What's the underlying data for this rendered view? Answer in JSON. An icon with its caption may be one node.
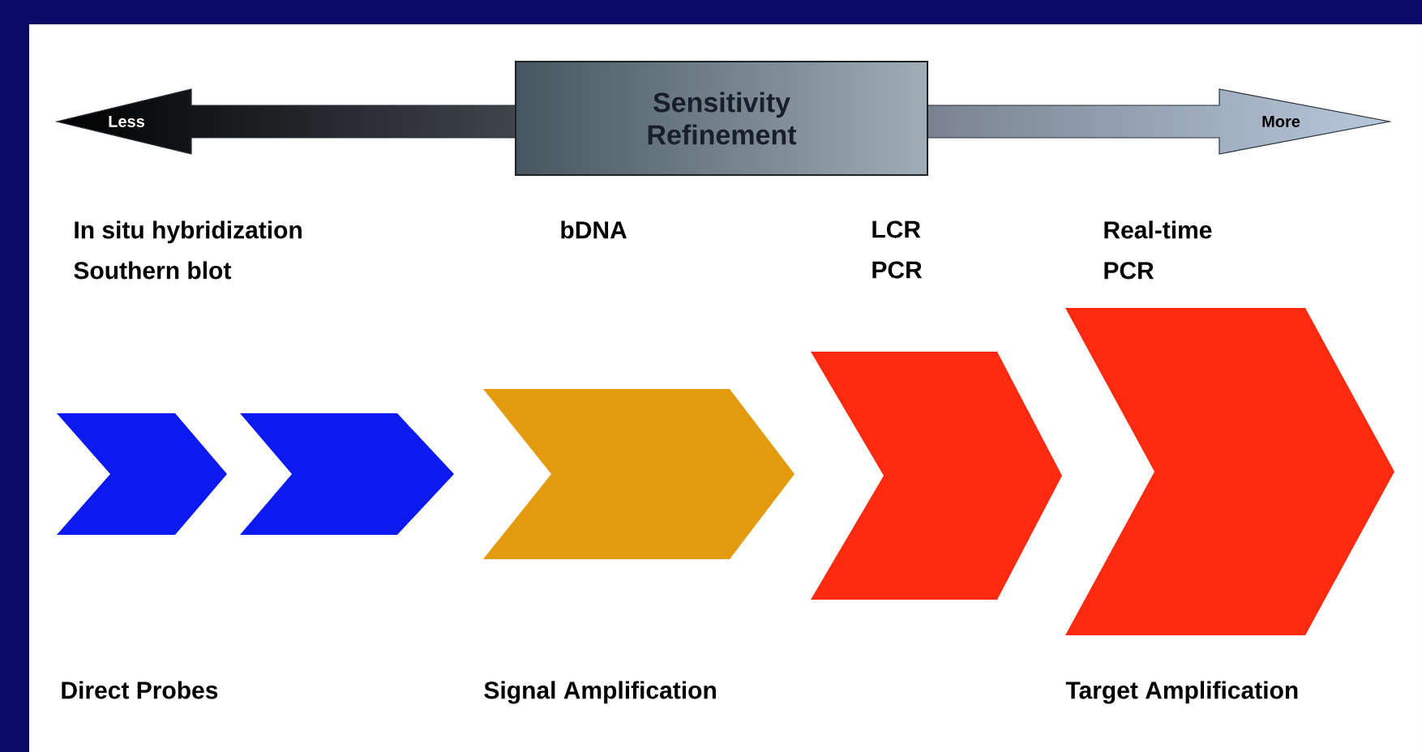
{
  "diagram": {
    "nodes": [
      {
        "text": [
          "Sensitivity Refinement"
        ]
      },
      {
        "text": [],
        "shape": "chevron"
      },
      {
        "text": [],
        "shape": "chevron"
      },
      {
        "text": [],
        "shape": "chevron"
      },
      {
        "text": [],
        "shape": "chevron"
      },
      {
        "text": [],
        "shape": "chevron"
      }
    ],
    "labels": [
      "Less",
      "More",
      "In situ hybridization",
      "bDNA",
      "LCR",
      "Real-time PCR",
      "Southern blot",
      "PCR",
      "Direct Probes",
      "Signal Amplification",
      "Target Amplification"
    ]
  }
}
